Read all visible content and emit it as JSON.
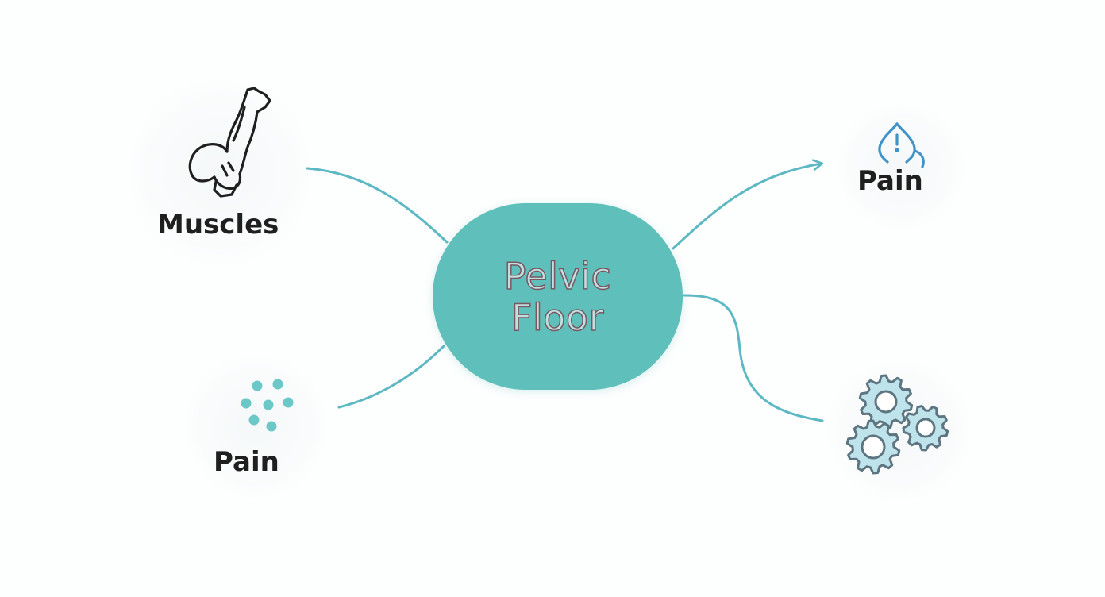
{
  "center": {
    "label_line1": "Pelvic",
    "label_line2": "Floor"
  },
  "nodes": [
    {
      "id": "muscles",
      "label": "Muscles",
      "icon": "muscle-leg-icon"
    },
    {
      "id": "pain-left",
      "label": "Pain",
      "icon": "dots-icon"
    },
    {
      "id": "pain-right",
      "label": "Pain",
      "icon": "alert-drop-icon"
    },
    {
      "id": "gears",
      "label": "",
      "icon": "gears-icon"
    }
  ],
  "colors": {
    "accent": "#5fbfba",
    "connector": "#5cb8c2",
    "text": "#1f1f1f",
    "alert_icon": "#3f93c9",
    "gear_fill": "#bfe3ea",
    "gear_stroke": "#5d7580"
  }
}
